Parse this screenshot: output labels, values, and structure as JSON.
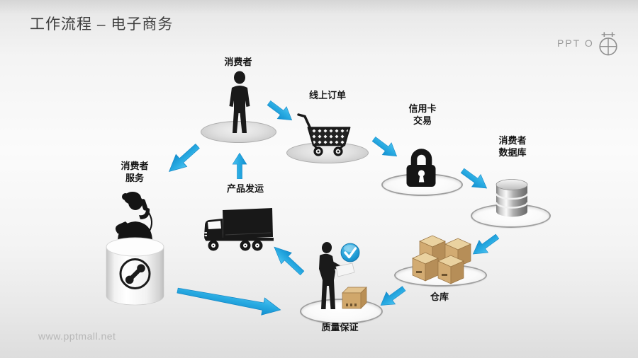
{
  "slide": {
    "title": "工作流程 – 电子商务",
    "watermark": "www.pptmall.net",
    "brand": {
      "text": "PPT O",
      "icon": "pptmall-compass-logo"
    }
  },
  "diagram": {
    "type": "workflow-cycle",
    "topic": "电子商务工作流程",
    "nodes": [
      {
        "id": "consumer",
        "label": "消费者",
        "icon": "person-icon"
      },
      {
        "id": "online-order",
        "label": "线上订单",
        "icon": "shopping-cart-icon"
      },
      {
        "id": "credit-card-transaction",
        "label": "信用卡\n交易",
        "icon": "padlock-icon"
      },
      {
        "id": "consumer-database",
        "label": "消费者\n数据库",
        "icon": "database-icon"
      },
      {
        "id": "warehouse",
        "label": "仓库",
        "icon": "cardboard-boxes-icon"
      },
      {
        "id": "quality-assurance",
        "label": "质量保证",
        "icon": "inspector-check-icon"
      },
      {
        "id": "product-shipping",
        "label": "产品发运",
        "icon": "truck-icon"
      },
      {
        "id": "consumer-service",
        "label": "消费者\n服务",
        "icon": "call-center-icon"
      }
    ],
    "arrows": [
      {
        "from": "consumer",
        "to": "online-order"
      },
      {
        "from": "online-order",
        "to": "credit-card-transaction"
      },
      {
        "from": "credit-card-transaction",
        "to": "consumer-database"
      },
      {
        "from": "consumer-database",
        "to": "warehouse"
      },
      {
        "from": "warehouse",
        "to": "quality-assurance"
      },
      {
        "from": "quality-assurance",
        "to": "product-shipping"
      },
      {
        "from": "product-shipping",
        "to": "consumer"
      },
      {
        "from": "consumer",
        "to": "consumer-service"
      },
      {
        "from": "consumer-service",
        "to": "quality-assurance"
      }
    ],
    "colors": {
      "arrow_blue": "#29abe2",
      "badge_blue": "#1e9ad4",
      "carton_tan": "#d2ab71",
      "silhouette_black": "#1a1a1a",
      "title_gray": "#3d3d3d",
      "watermark_gray": "#b5b5b5"
    }
  }
}
